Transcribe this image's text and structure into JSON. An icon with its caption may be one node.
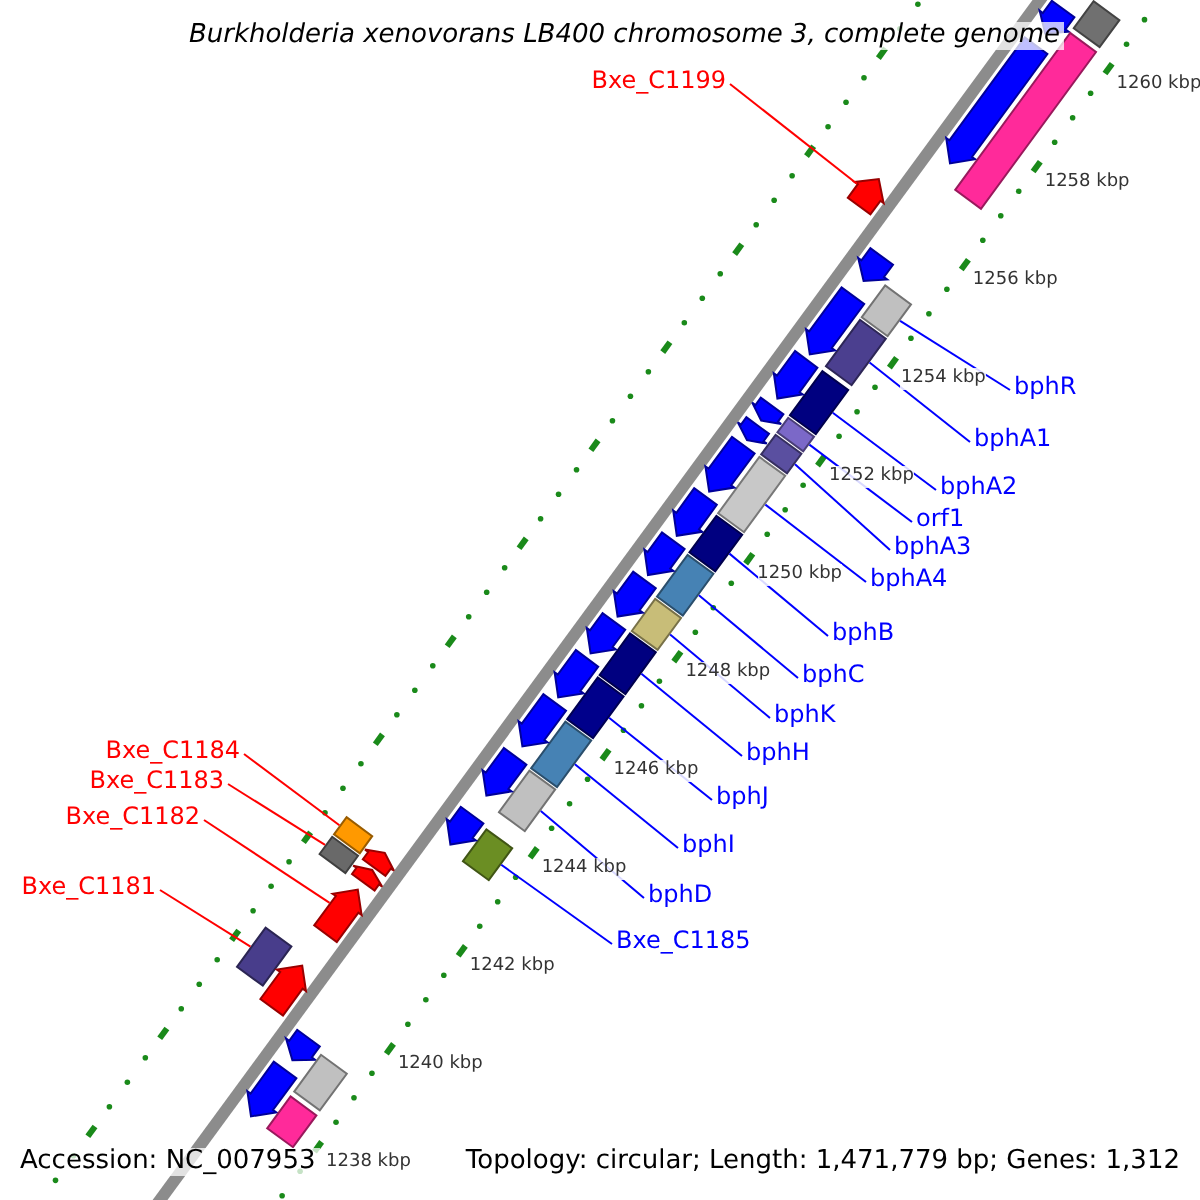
{
  "diagram": {
    "title": "Burkholderia xenovorans LB400 chromosome 3, complete genome",
    "nodes": [
      {
        "text": [
          "Bxe_C1199"
        ]
      },
      {
        "text": [],
        "shape": "pentagon"
      },
      {
        "text": [
          "bphR"
        ]
      },
      {
        "text": [],
        "shape": "box"
      },
      {
        "text": [
          "bphA1"
        ]
      },
      {
        "text": [],
        "shape": "box"
      },
      {
        "text": [
          "bphA2"
        ]
      },
      {
        "text": [],
        "shape": "box"
      },
      {
        "text": [
          "orf1"
        ]
      },
      {
        "text": [],
        "shape": "box"
      },
      {
        "text": [
          "bphA3"
        ]
      },
      {
        "text": [],
        "shape": "box"
      },
      {
        "text": [
          "bphA4"
        ]
      },
      {
        "text": [],
        "shape": "box"
      },
      {
        "text": [
          "bphB"
        ]
      },
      {
        "text": [],
        "shape": "box"
      },
      {
        "text": [
          "bphC"
        ]
      },
      {
        "text": [],
        "shape": "box"
      },
      {
        "text": [
          "bphK"
        ]
      },
      {
        "text": [],
        "shape": "box"
      },
      {
        "text": [
          "bphH"
        ]
      },
      {
        "text": [],
        "shape": "box"
      },
      {
        "text": [
          "bphJ"
        ]
      },
      {
        "text": [],
        "shape": "box"
      },
      {
        "text": [
          "bphI"
        ]
      },
      {
        "text": [],
        "shape": "box"
      },
      {
        "text": [
          "bphD"
        ]
      },
      {
        "text": [],
        "shape": "box"
      },
      {
        "text": [
          "Bxe_C1185"
        ]
      },
      {
        "text": [],
        "shape": "box"
      },
      {
        "text": [
          "Bxe_C1184"
        ]
      },
      {
        "text": [],
        "shape": "box"
      },
      {
        "text": [
          "Bxe_C1183"
        ]
      },
      {
        "text": [],
        "shape": "box"
      },
      {
        "text": [
          "Bxe_C1182"
        ]
      },
      {
        "text": [],
        "shape": "pentagon"
      },
      {
        "text": [
          "Bxe_C1181"
        ]
      },
      {
        "text": [],
        "shape": "box"
      },
      {
        "text": [],
        "shape": "pentagon"
      },
      {
        "text": [],
        "shape": "pentagon"
      },
      {
        "text": [],
        "shape": "pentagon"
      },
      {
        "text": [],
        "shape": "pentagon"
      },
      {
        "text": [],
        "shape": "pentagon"
      },
      {
        "text": [],
        "shape": "pentagon"
      },
      {
        "text": [],
        "shape": "pentagon"
      },
      {
        "text": [],
        "shape": "pentagon"
      },
      {
        "text": [],
        "shape": "pentagon"
      },
      {
        "text": [],
        "shape": "pentagon"
      },
      {
        "text": [],
        "shape": "pentagon"
      },
      {
        "text": [],
        "shape": "pentagon"
      },
      {
        "text": [],
        "shape": "pentagon"
      },
      {
        "text": [],
        "shape": "pentagon"
      },
      {
        "text": [],
        "shape": "pentagon"
      },
      {
        "text": [],
        "shape": "pentagon"
      },
      {
        "text": [],
        "shape": "pentagon"
      },
      {
        "text": [],
        "shape": "pentagon"
      },
      {
        "text": [],
        "shape": "box"
      },
      {
        "text": [],
        "shape": "box"
      },
      {
        "text": [],
        "shape": "box"
      },
      {
        "text": [],
        "shape": "box"
      },
      {
        "text": [],
        "shape": "pentagon"
      },
      {
        "text": [],
        "shape": "pentagon"
      },
      {
        "text": [],
        "shape": "pentagon"
      }
    ],
    "edges": [
      {
        "from": 0,
        "to": 1,
        "arrow": "none",
        "color": "#ff0000"
      },
      {
        "from": 2,
        "to": 3,
        "arrow": "none"
      },
      {
        "from": 4,
        "to": 5,
        "arrow": "none"
      },
      {
        "from": 6,
        "to": 7,
        "arrow": "none"
      },
      {
        "from": 8,
        "to": 9,
        "arrow": "none"
      },
      {
        "from": 10,
        "to": 11,
        "arrow": "none"
      },
      {
        "from": 12,
        "to": 13,
        "arrow": "none"
      },
      {
        "from": 14,
        "to": 15,
        "arrow": "none"
      },
      {
        "from": 16,
        "to": 17,
        "arrow": "none"
      },
      {
        "from": 18,
        "to": 19,
        "arrow": "none"
      },
      {
        "from": 20,
        "to": 21,
        "arrow": "none"
      },
      {
        "from": 22,
        "to": 23,
        "arrow": "none"
      },
      {
        "from": 24,
        "to": 25,
        "arrow": "none"
      },
      {
        "from": 26,
        "to": 27,
        "arrow": "none"
      },
      {
        "from": 28,
        "to": 29,
        "arrow": "none"
      },
      {
        "from": 30,
        "to": 31,
        "arrow": "none",
        "color": "#ff0000"
      },
      {
        "from": 32,
        "to": 33,
        "arrow": "none",
        "color": "#ff0000"
      },
      {
        "from": 34,
        "to": 35,
        "arrow": "none",
        "color": "#ff0000"
      },
      {
        "from": 36,
        "to": 37,
        "arrow": "none",
        "color": "#ff0000"
      }
    ],
    "labels": [
      "1260 kbp",
      "1258 kbp",
      "1256 kbp",
      "1254 kbp",
      "1252 kbp",
      "1250 kbp",
      "1248 kbp",
      "1246 kbp",
      "1244 kbp",
      "1242 kbp",
      "1240 kbp",
      "1238 kbp",
      "Accession: NC_007953",
      "Topology: circular; Length: 1,471,779 bp; Genes: 1,312"
    ]
  }
}
